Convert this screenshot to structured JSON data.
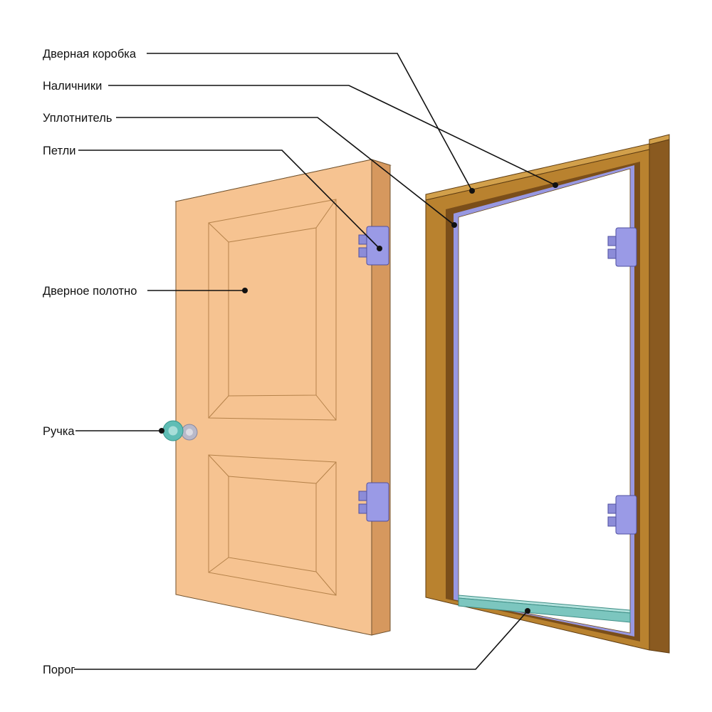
{
  "diagram": {
    "background": "#ffffff",
    "labels": {
      "frame": "Дверная коробка",
      "casing": "Наличники",
      "seal": "Уплотнитель",
      "hinges": "Петли",
      "leaf": "Дверное полотно",
      "handle": "Ручка",
      "threshold": "Порог"
    },
    "colors": {
      "leaf_front": "#f6c391",
      "leaf_side": "#d6985e",
      "leaf_top": "#e9ae75",
      "panel_bevel": "#eaaf78",
      "panel_inner": "#f6c391",
      "frame_face": "#b9822f",
      "frame_top": "#d2a04b",
      "frame_dark": "#7a4e1a",
      "casing": "#8a5a20",
      "seal": "#9898e2",
      "opening": "#ffffff",
      "threshold_front": "#7cc6bf",
      "threshold_top": "#b2e2dd",
      "hinge": "#9a9ae6",
      "hinge_tab": "#8c8cd8",
      "handle_teal": "#5fbdb5",
      "handle_teal_inner": "#a7ded9",
      "handle_gray": "#b9b9c9",
      "handle_gray_inner": "#dcdce4",
      "line": "#111111",
      "text": "#111111"
    }
  }
}
